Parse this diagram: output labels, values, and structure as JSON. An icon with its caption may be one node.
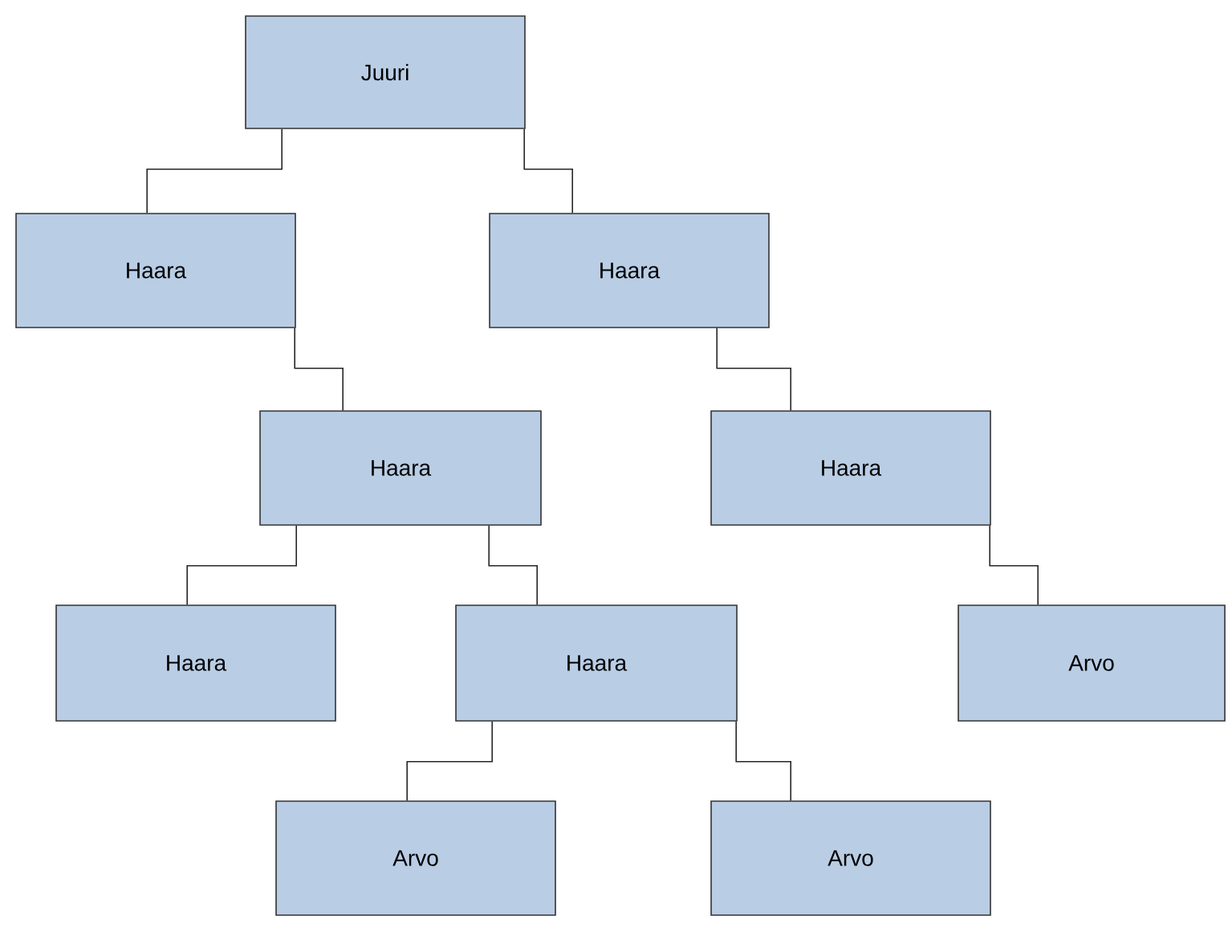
{
  "diagram": {
    "nodes": [
      {
        "text": [
          "Juuri"
        ]
      },
      {
        "text": [
          "Haara"
        ]
      },
      {
        "text": [
          "Haara"
        ]
      },
      {
        "text": [
          "Haara"
        ]
      },
      {
        "text": [
          "Haara"
        ]
      },
      {
        "text": [
          "Haara"
        ]
      },
      {
        "text": [
          "Haara"
        ]
      },
      {
        "text": [
          "Arvo"
        ]
      },
      {
        "text": [
          "Arvo"
        ]
      },
      {
        "text": [
          "Arvo"
        ]
      }
    ],
    "edges": [
      {
        "from": 0,
        "to": 1,
        "arrow": "none"
      },
      {
        "from": 0,
        "to": 2,
        "arrow": "none"
      },
      {
        "from": 1,
        "to": 3,
        "arrow": "none"
      },
      {
        "from": 2,
        "to": 4,
        "arrow": "none"
      },
      {
        "from": 3,
        "to": 5,
        "arrow": "none"
      },
      {
        "from": 3,
        "to": 6,
        "arrow": "none"
      },
      {
        "from": 4,
        "to": 7,
        "arrow": "none"
      },
      {
        "from": 6,
        "to": 8,
        "arrow": "none"
      },
      {
        "from": 6,
        "to": 9,
        "arrow": "none"
      }
    ]
  }
}
